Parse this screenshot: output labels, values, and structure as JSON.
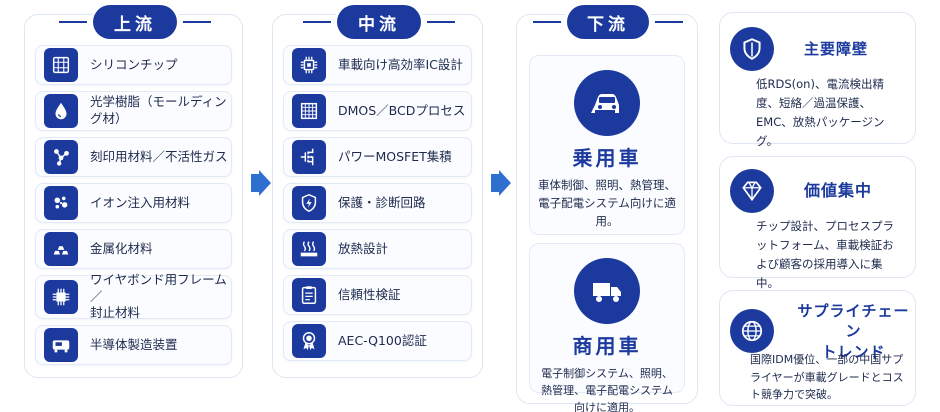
{
  "upstream": {
    "title": "上流",
    "items": [
      {
        "label": "シリコンチップ",
        "icon": "chip-wafer-icon"
      },
      {
        "label": "光学樹脂（モールディング材）",
        "icon": "droplet-icon"
      },
      {
        "label": "刻印用材料／不活性ガス",
        "icon": "molecule-icon"
      },
      {
        "label": "イオン注入用材料",
        "icon": "ion-dots-icon"
      },
      {
        "label": "金属化材料",
        "icon": "metal-bars-icon"
      },
      {
        "label": "ワイヤボンド用フレーム／\n封止材料",
        "icon": "lead-frame-icon"
      },
      {
        "label": "半導体製造装置",
        "icon": "equipment-icon"
      }
    ]
  },
  "midstream": {
    "title": "中流",
    "items": [
      {
        "label": "車載向け高効率IC設計",
        "icon": "ic-chip-icon"
      },
      {
        "label": "DMOS／BCDプロセス",
        "icon": "grid-process-icon"
      },
      {
        "label": "パワーMOSFET集積",
        "icon": "mosfet-symbol-icon"
      },
      {
        "label": "保護・診断回路",
        "icon": "shield-bolt-icon"
      },
      {
        "label": "放熱設計",
        "icon": "heat-dissipation-icon"
      },
      {
        "label": "信頼性検証",
        "icon": "checklist-icon"
      },
      {
        "label": "AEC-Q100認証",
        "icon": "certificate-badge-icon"
      }
    ]
  },
  "downstream": {
    "title": "下流",
    "cards": [
      {
        "title": "乗用車",
        "icon": "passenger-car-icon",
        "text": "車体制御、照明、熱管理、電子配電システム向けに適用。"
      },
      {
        "title": "商用車",
        "icon": "truck-icon",
        "text": "電子制御システム、照明、熱管理、電子配電システム向けに適用。"
      }
    ]
  },
  "side": [
    {
      "title": "主要障壁",
      "icon": "shield-icon",
      "text": "低RDS(on)、電流検出精度、短絡／過温保護、EMC、放熱パッケージング。"
    },
    {
      "title": "価値集中",
      "icon": "diamond-icon",
      "text": "チップ設計、プロセスプラットフォーム、車載検証および顧客の採用導入に集中。"
    },
    {
      "title": "サプライチェーン\nトレンド",
      "icon": "globe-icon",
      "text": "国際IDM優位、一部の中国サプライヤーが車載グレードとコスト競争力で突破。"
    }
  ],
  "colors": {
    "brand": "#1c3a9e",
    "border": "#dfe6f3",
    "arrow": "#2f6fd0"
  }
}
